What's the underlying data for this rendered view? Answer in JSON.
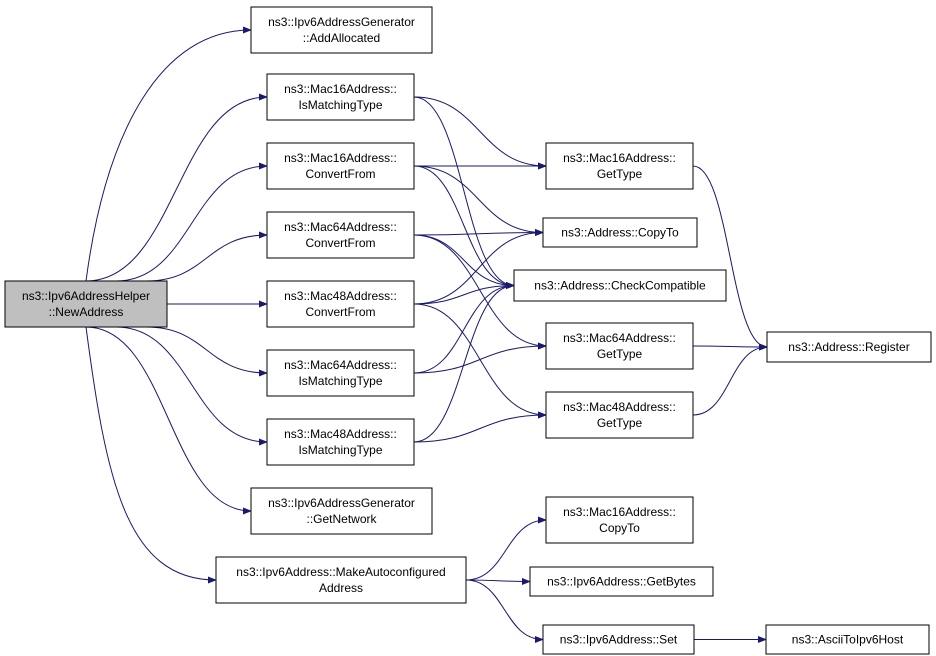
{
  "edge_color": "#191970",
  "root_fill": "#bfbfbf",
  "nodes": {
    "root": [
      "ns3::Ipv6AddressHelper",
      "::NewAddress"
    ],
    "gen_addalloc": [
      "ns3::Ipv6AddressGenerator",
      "::AddAllocated"
    ],
    "m16_ismatch": [
      "ns3::Mac16Address::",
      "IsMatchingType"
    ],
    "m16_convert": [
      "ns3::Mac16Address::",
      "ConvertFrom"
    ],
    "m64_convert": [
      "ns3::Mac64Address::",
      "ConvertFrom"
    ],
    "m48_convert": [
      "ns3::Mac48Address::",
      "ConvertFrom"
    ],
    "m64_ismatch": [
      "ns3::Mac64Address::",
      "IsMatchingType"
    ],
    "m48_ismatch": [
      "ns3::Mac48Address::",
      "IsMatchingType"
    ],
    "gen_network": [
      "ns3::Ipv6AddressGenerator",
      "::GetNetwork"
    ],
    "make_auto": [
      "ns3::Ipv6Address::MakeAutoconfigured",
      "Address"
    ],
    "m16_gettype": [
      "ns3::Mac16Address::",
      "GetType"
    ],
    "addr_copyto": [
      "ns3::Address::CopyTo"
    ],
    "addr_check": [
      "ns3::Address::CheckCompatible"
    ],
    "m64_gettype": [
      "ns3::Mac64Address::",
      "GetType"
    ],
    "m48_gettype": [
      "ns3::Mac48Address::",
      "GetType"
    ],
    "addr_register": [
      "ns3::Address::Register"
    ],
    "m16_copyto": [
      "ns3::Mac16Address::",
      "CopyTo"
    ],
    "ipv6_getbytes": [
      "ns3::Ipv6Address::GetBytes"
    ],
    "ipv6_set": [
      "ns3::Ipv6Address::Set"
    ],
    "ascii_host": [
      "ns3::AsciiToIpv6Host"
    ]
  },
  "edges": [
    [
      "root",
      "gen_addalloc"
    ],
    [
      "root",
      "m16_ismatch"
    ],
    [
      "root",
      "m16_convert"
    ],
    [
      "root",
      "m64_convert"
    ],
    [
      "root",
      "m48_convert"
    ],
    [
      "root",
      "m64_ismatch"
    ],
    [
      "root",
      "m48_ismatch"
    ],
    [
      "root",
      "gen_network"
    ],
    [
      "root",
      "make_auto"
    ],
    [
      "m16_ismatch",
      "m16_gettype"
    ],
    [
      "m16_ismatch",
      "addr_check"
    ],
    [
      "m16_convert",
      "m16_gettype"
    ],
    [
      "m16_convert",
      "addr_copyto"
    ],
    [
      "m16_convert",
      "addr_check"
    ],
    [
      "m64_convert",
      "addr_copyto"
    ],
    [
      "m64_convert",
      "addr_check"
    ],
    [
      "m64_convert",
      "m64_gettype"
    ],
    [
      "m48_convert",
      "addr_copyto"
    ],
    [
      "m48_convert",
      "addr_check"
    ],
    [
      "m48_convert",
      "m48_gettype"
    ],
    [
      "m64_ismatch",
      "addr_check"
    ],
    [
      "m64_ismatch",
      "m64_gettype"
    ],
    [
      "m48_ismatch",
      "addr_check"
    ],
    [
      "m48_ismatch",
      "m48_gettype"
    ],
    [
      "m16_gettype",
      "addr_register"
    ],
    [
      "m64_gettype",
      "addr_register"
    ],
    [
      "m48_gettype",
      "addr_register"
    ],
    [
      "make_auto",
      "m16_copyto"
    ],
    [
      "make_auto",
      "ipv6_getbytes"
    ],
    [
      "make_auto",
      "ipv6_set"
    ],
    [
      "ipv6_set",
      "ascii_host"
    ]
  ]
}
